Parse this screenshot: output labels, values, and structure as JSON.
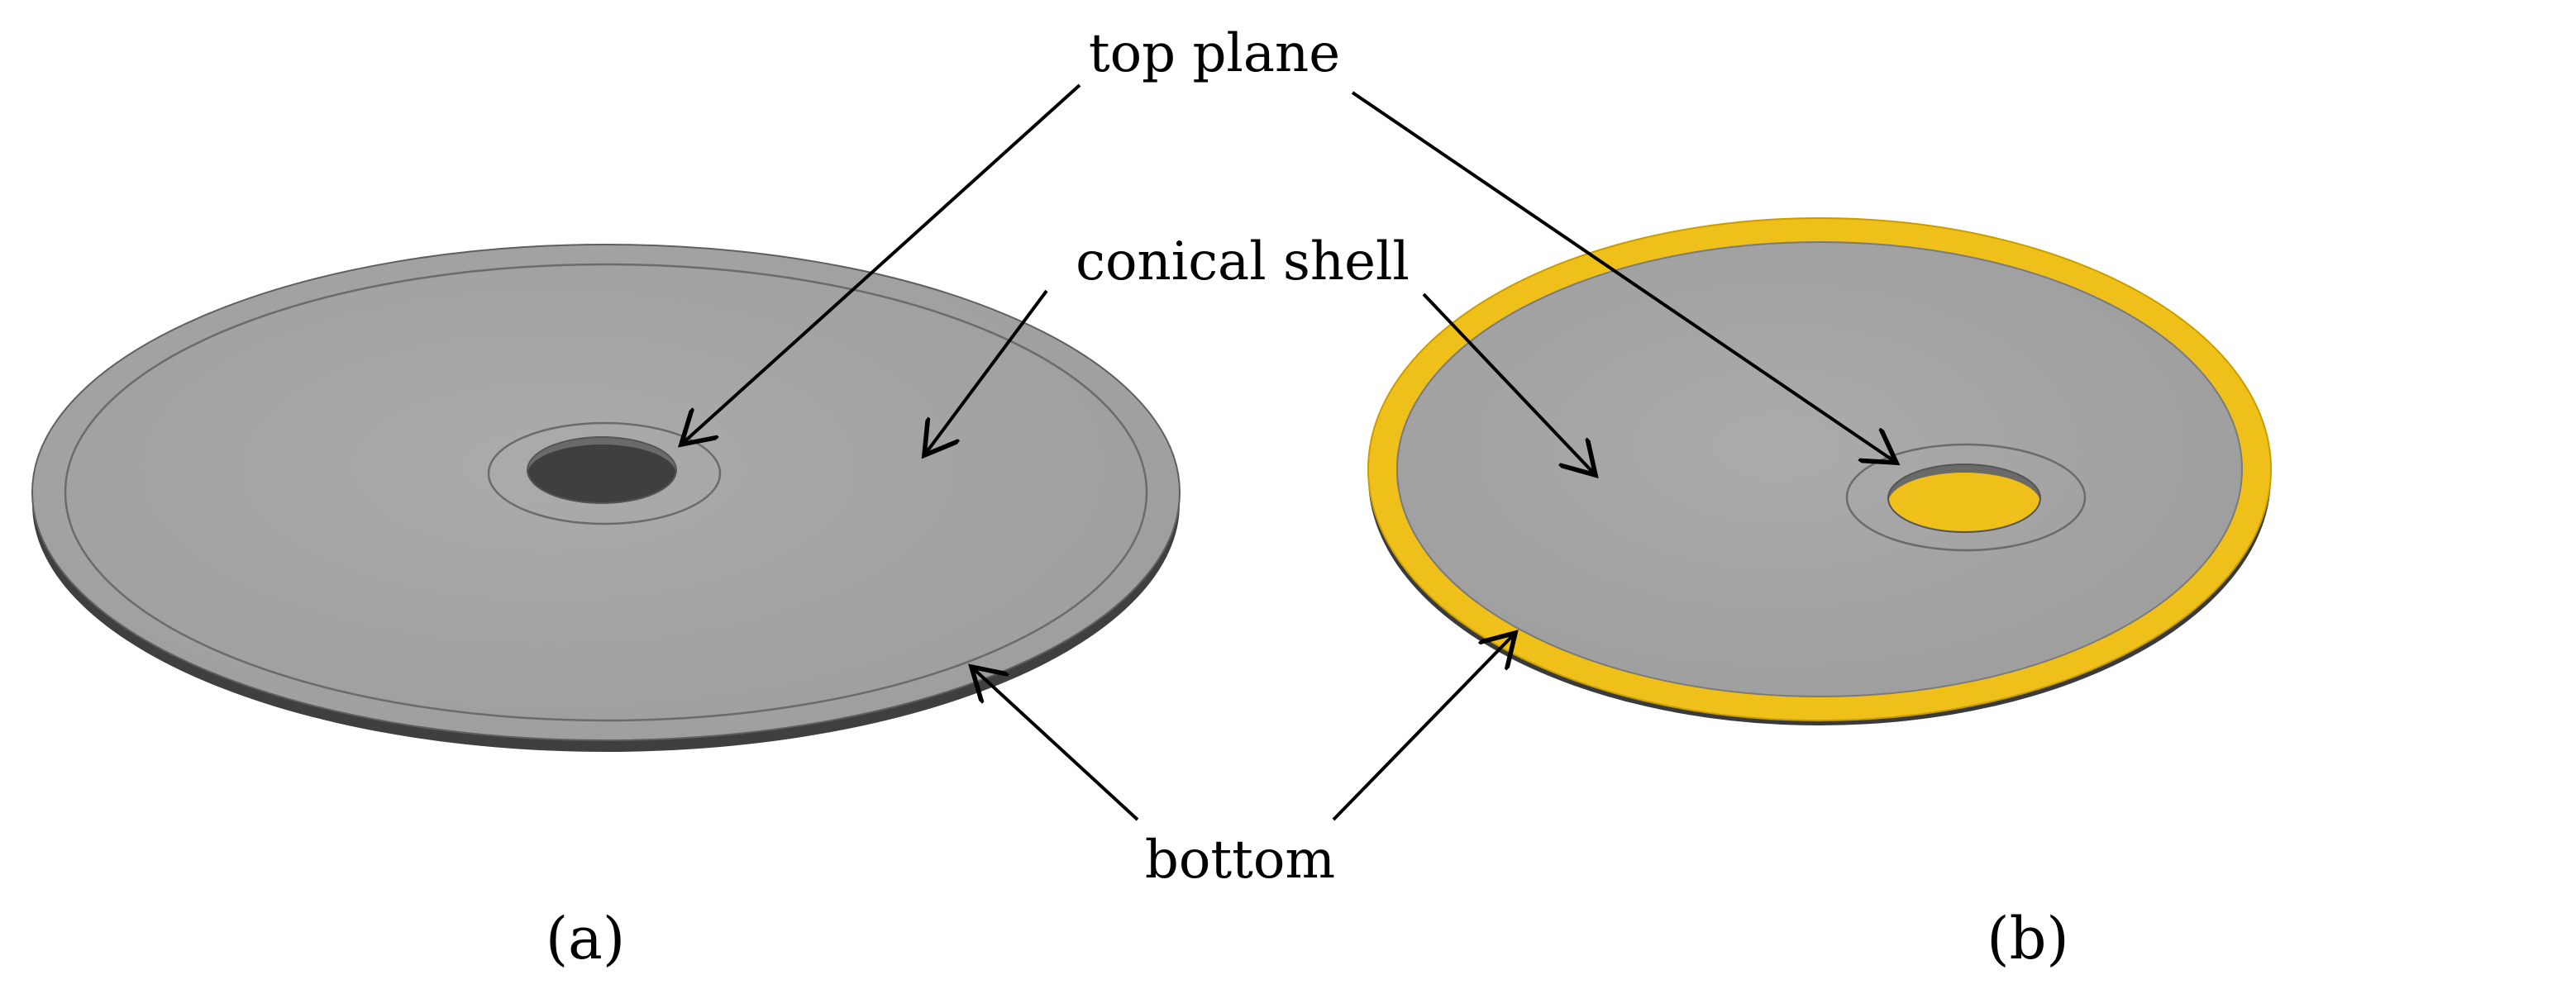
{
  "labels": {
    "top_plane": "top plane",
    "conical_shell": "conical shell",
    "bottom": "bottom",
    "panel_a": "(a)",
    "panel_b": "(b)"
  },
  "colors": {
    "disc_gray": "#a4a4a4",
    "disc_edge": "#5f5f5f",
    "rim_yellow": "#f0c01a",
    "leader_line": "#000000",
    "background": "#ffffff"
  }
}
